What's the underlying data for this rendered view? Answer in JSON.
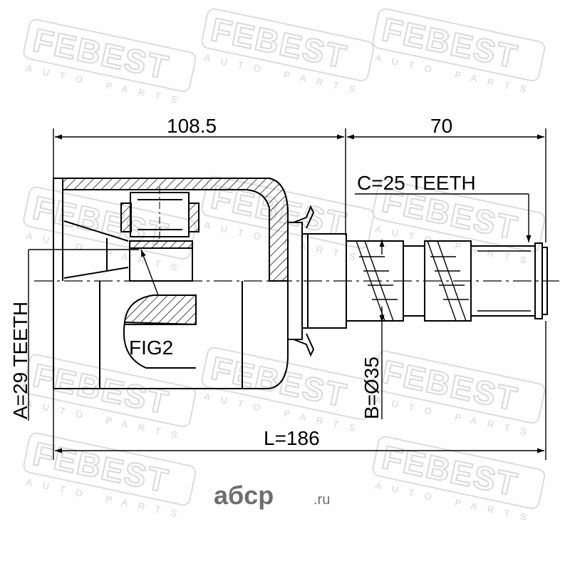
{
  "watermark": {
    "brand": "FEBEST",
    "tagline": "AUTO PARTS",
    "site_name": "aбcp",
    "site_suffix": ".ru"
  },
  "dimensions": {
    "body_length": "108.5",
    "shaft_length": "70",
    "outer_teeth": "C=25 TEETH",
    "inner_teeth": "A=29 TEETH",
    "diameter": "B=Ø35",
    "total_length": "L=186"
  },
  "figure_label": "FIG2",
  "colors": {
    "line": "#000000",
    "watermark": "#d9d9d9"
  }
}
